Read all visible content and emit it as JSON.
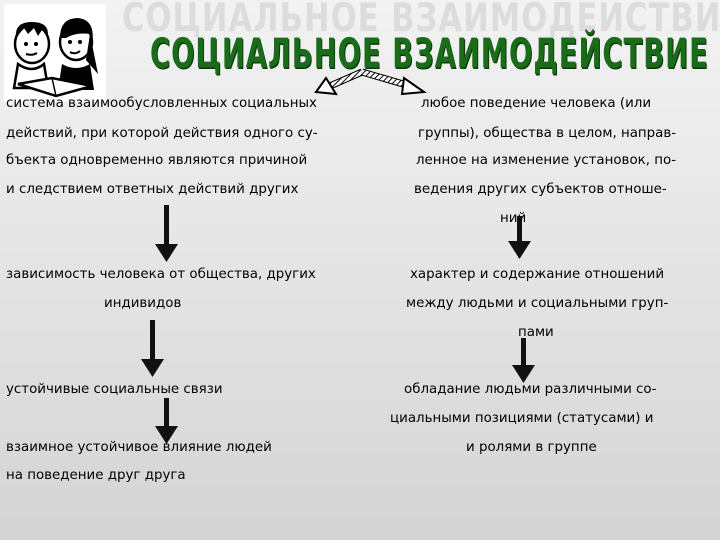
{
  "title": "СОЦИАЛЬНОЕ ВЗАИМОДЕЙСТВИЕ",
  "title_shadow": "СОЦИАЛЬНОЕ ВЗАИМОДЕЙСТВИЕ",
  "colors": {
    "title": "#1a6b1a",
    "arrow": "#111111",
    "background": "#e6e6e6"
  },
  "logo_icon": "two-people-studying-icon",
  "left": {
    "definition": [
      "система взаимообусловленных социальных",
      "действий, при которой действия одного су-",
      "бъекта одновременно являются причиной",
      "и следствием ответных действий  других"
    ],
    "dependency": [
      "зависимость человека от общества, других",
      "индивидов"
    ],
    "ties": "устойчивые социальные связи",
    "influence": [
      "взаимное устойчивое влияние людей",
      "на поведение друг друга"
    ]
  },
  "right": {
    "definition": [
      "любое поведение человека (или",
      "группы), общества в целом, направ-",
      "ленное на изменение установок, по-",
      "ведения других субъектов отноше-",
      "ний"
    ],
    "relations": [
      "характер и содержание отношений",
      "между людьми и социальными груп-",
      "пами"
    ],
    "positions": [
      "обладание людьми различными со-",
      "циальными позициями (статусами) и",
      "и ролями в группе"
    ]
  }
}
